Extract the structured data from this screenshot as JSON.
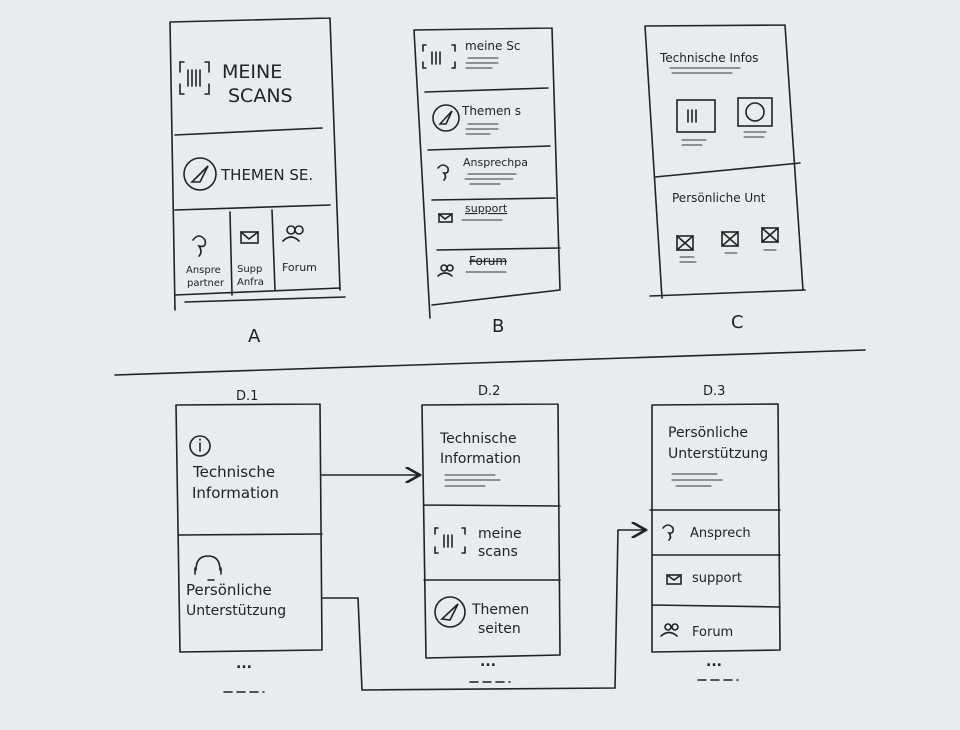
{
  "sketches": {
    "A": {
      "label": "A",
      "scans": [
        "MEINE",
        "SCANS"
      ],
      "themen": "THEMEN SE.",
      "contact": [
        "Anspre",
        "partner"
      ],
      "support": [
        "Supp",
        "Anfra"
      ],
      "forum": "Forum"
    },
    "B": {
      "label": "B",
      "scans": "meine Sc",
      "themen": "Themen s",
      "contact": "Ansprechpa",
      "support": "support",
      "forum": "Forum"
    },
    "C": {
      "label": "C",
      "tech": "Technische Infos",
      "personal": "Persönliche Unt"
    },
    "D1": {
      "label": "D.1",
      "tech": [
        "Technische",
        "Information"
      ],
      "personal": [
        "Persönliche",
        "Unterstützung"
      ],
      "more": "..."
    },
    "D2": {
      "label": "D.2",
      "title": [
        "Technische",
        "Information"
      ],
      "scans": [
        "meine",
        "scans"
      ],
      "themen": [
        "Themen",
        "seiten"
      ],
      "more": "..."
    },
    "D3": {
      "label": "D.3",
      "title": [
        "Persönliche",
        "Unterstützung"
      ],
      "contact": "Ansprech",
      "support": "support",
      "forum": "Forum",
      "more": "..."
    }
  },
  "colors": {
    "background": "#e9ecef",
    "ink": "#222222"
  }
}
